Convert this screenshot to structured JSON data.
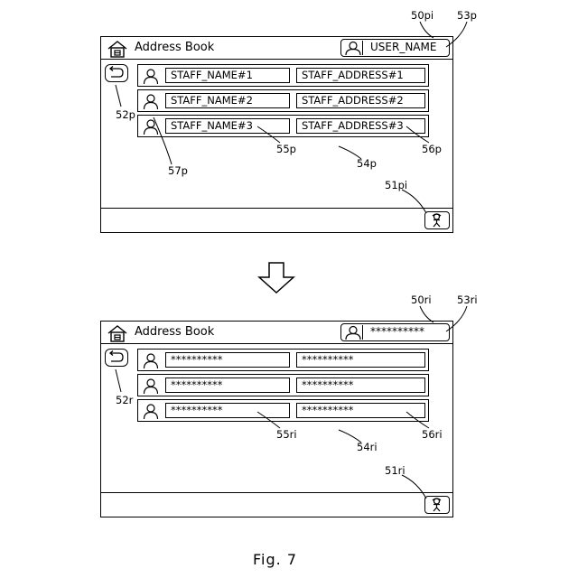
{
  "screens": [
    {
      "id": "plain",
      "title": "Address Book",
      "user_label": "USER_NAME",
      "rows": [
        {
          "name": "STAFF_NAME#1",
          "address": "STAFF_ADDRESS#1"
        },
        {
          "name": "STAFF_NAME#2",
          "address": "STAFF_ADDRESS#2"
        },
        {
          "name": "STAFF_NAME#3",
          "address": "STAFF_ADDRESS#3"
        }
      ],
      "refs": {
        "screen": "50pi",
        "user_box": "53p",
        "back": "52p",
        "list": "54p",
        "name_field": "55p",
        "address_field": "56p",
        "row_icon": "57p",
        "logout": "51pi"
      }
    },
    {
      "id": "masked",
      "title": "Address Book",
      "user_label": "**********",
      "rows": [
        {
          "name": "**********",
          "address": "**********"
        },
        {
          "name": "**********",
          "address": "**********"
        },
        {
          "name": "**********",
          "address": "**********"
        }
      ],
      "refs": {
        "screen": "50ri",
        "user_box": "53ri",
        "back": "52r",
        "list": "54ri",
        "name_field": "55ri",
        "address_field": "56ri",
        "logout": "51ri"
      }
    }
  ],
  "caption": "Fig. 7"
}
